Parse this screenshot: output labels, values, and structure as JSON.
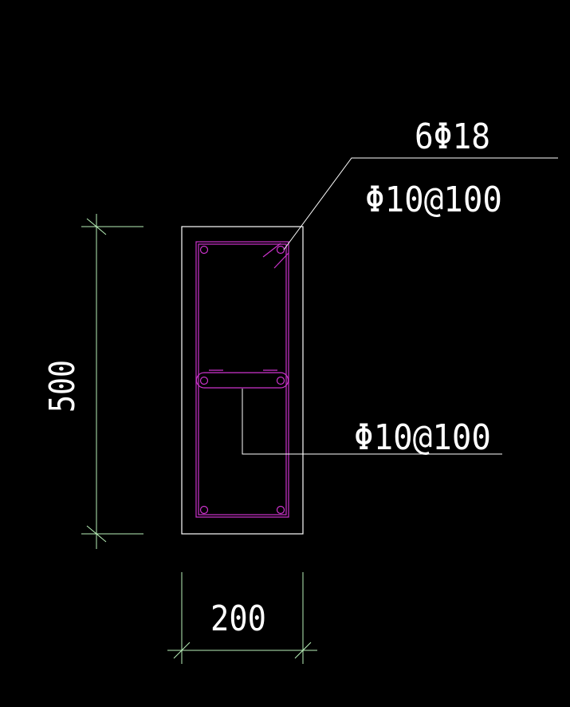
{
  "colors": {
    "background": "#000000",
    "concrete_outline": "#ffffff",
    "rebar": "#cc33cc",
    "dimension": "#b8f0b8",
    "text": "#ffffff"
  },
  "labels": {
    "main_bars": "6Φ18",
    "stirrup_outer": "Φ10@100",
    "stirrup_tie": "Φ10@100"
  },
  "dimensions": {
    "height": "500",
    "width": "200"
  }
}
